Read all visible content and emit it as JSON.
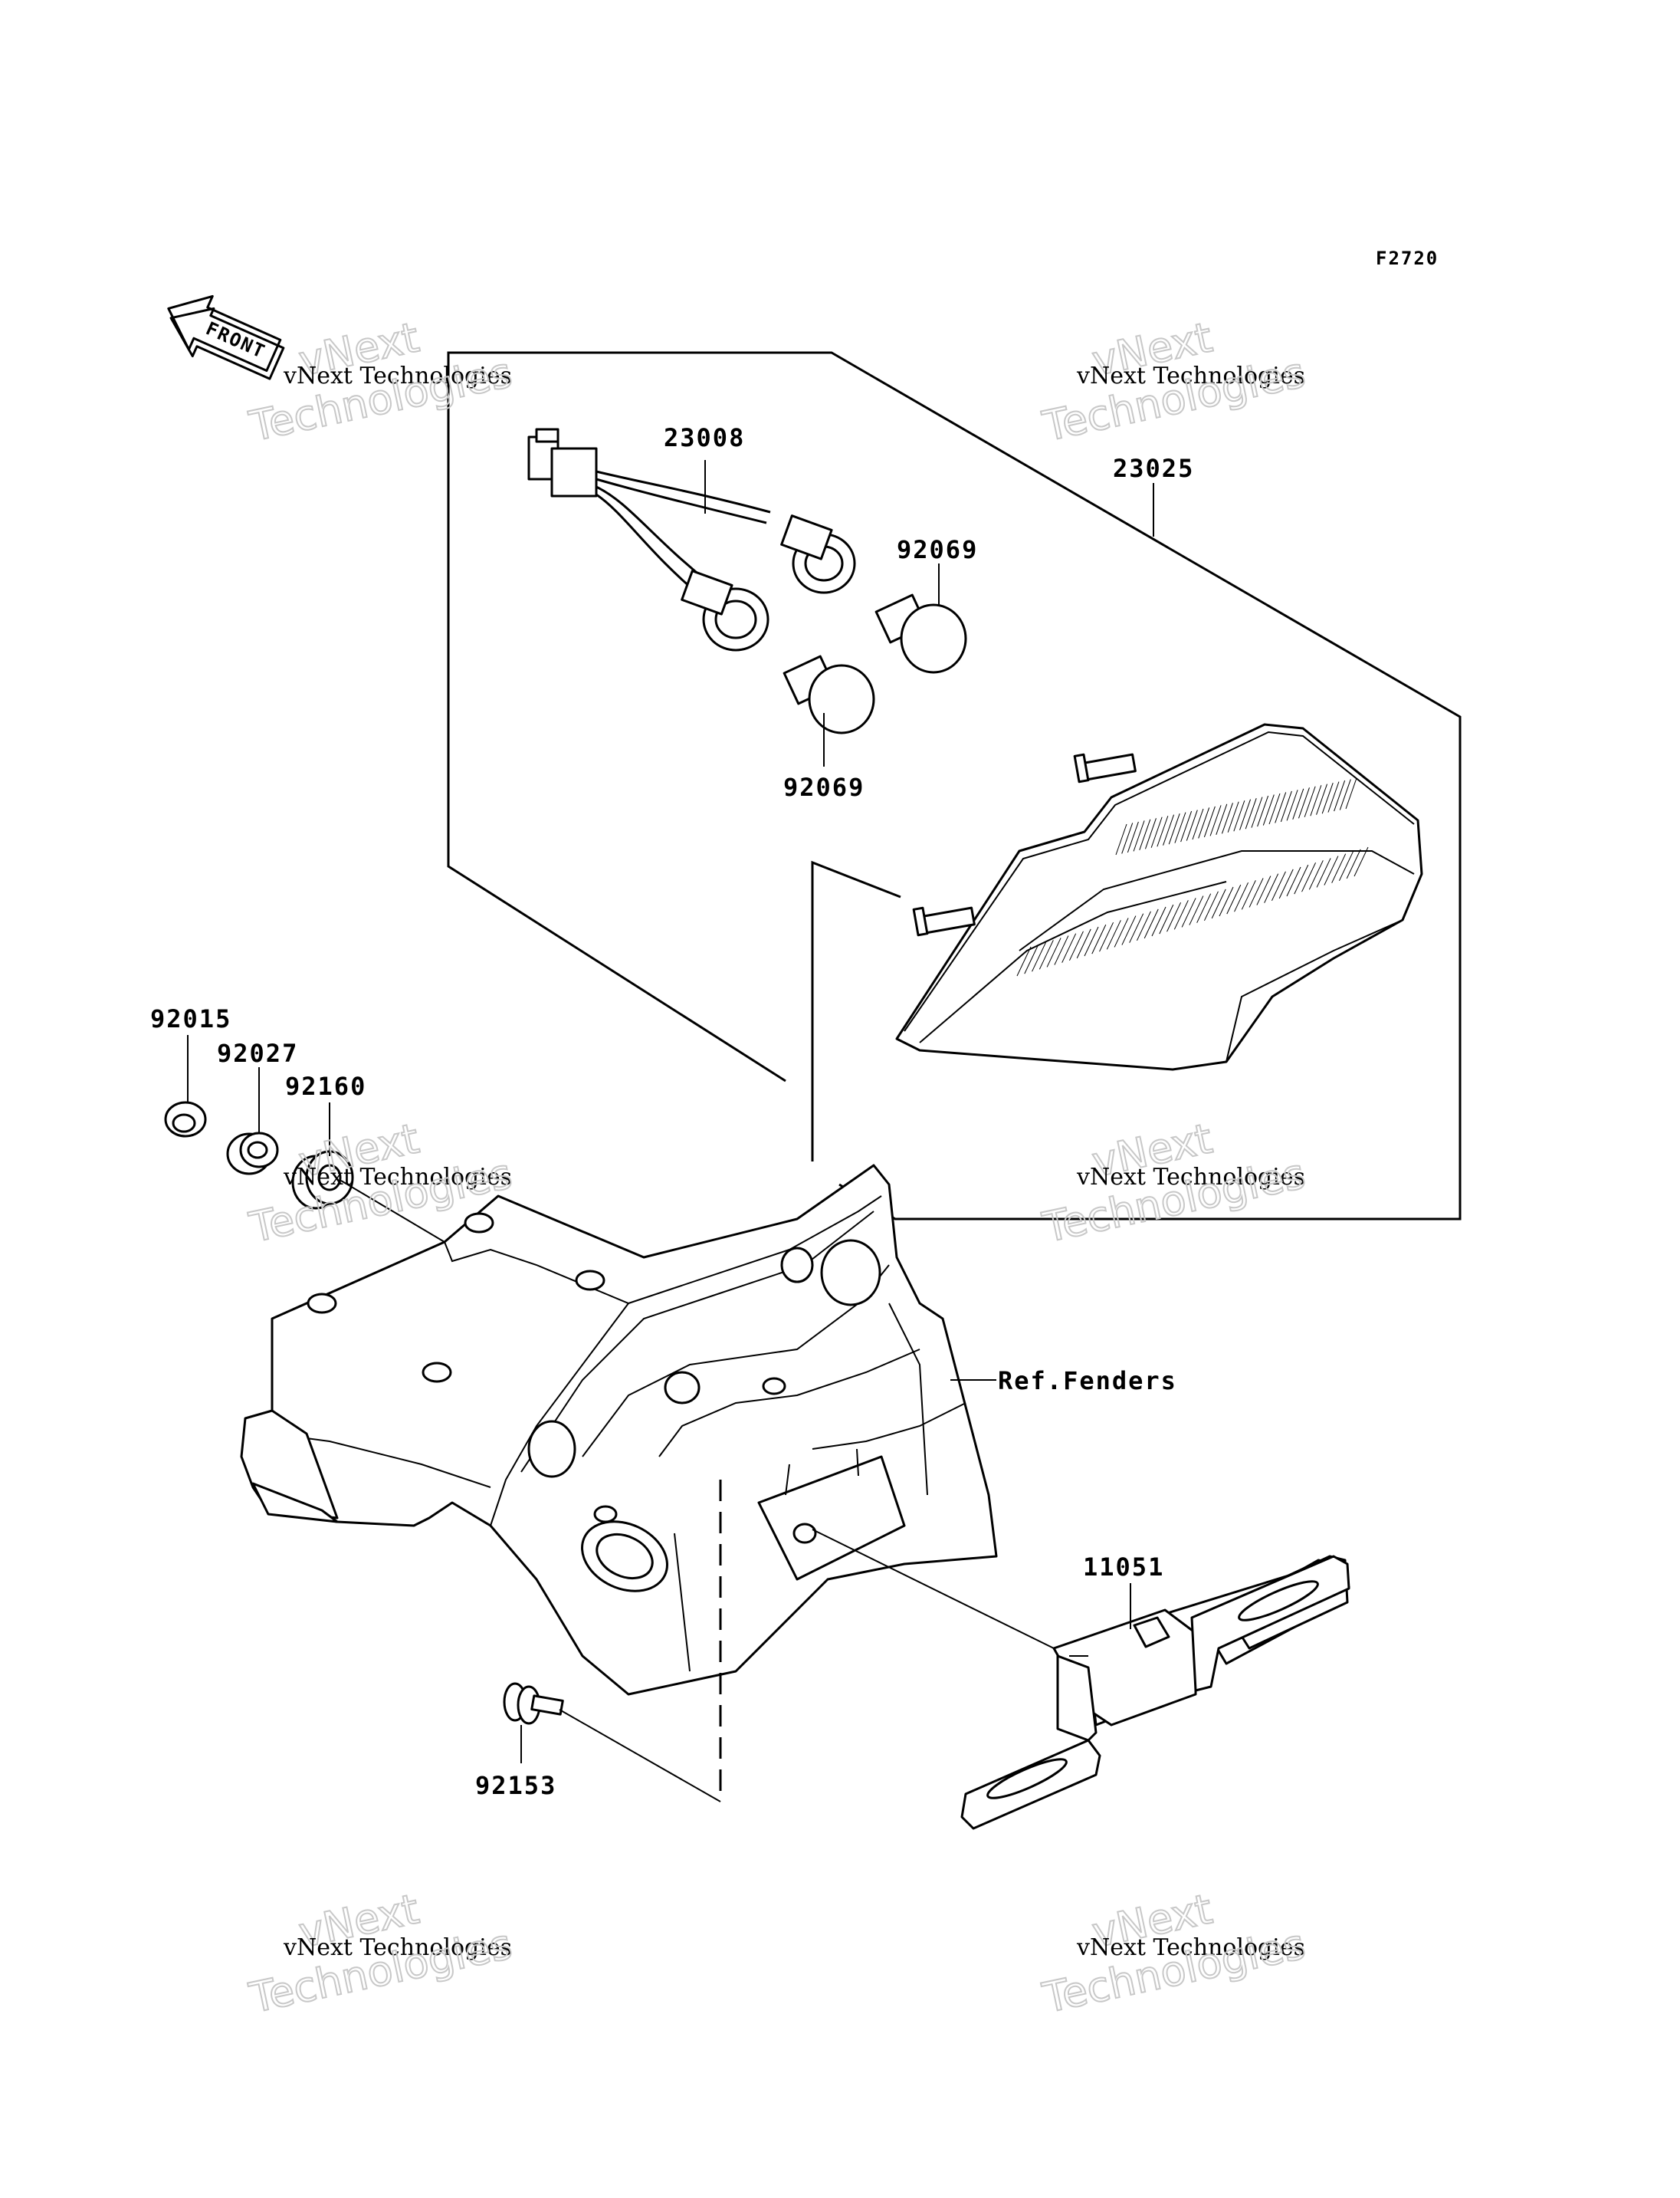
{
  "figure_code": "F2720",
  "front_label": "FRONT",
  "watermark": {
    "line1": "vNext",
    "line2": "vNext Technologies",
    "line3": "Technologies"
  },
  "callouts": {
    "wiring_harness": "23008",
    "taillight_assembly": "23025",
    "bulb_upper": "92069",
    "bulb_lower": "92069",
    "nut": "92015",
    "collar": "92027",
    "damper": "92160",
    "ref_fenders": "Ref.Fenders",
    "bracket": "11051",
    "bolt": "92153"
  }
}
